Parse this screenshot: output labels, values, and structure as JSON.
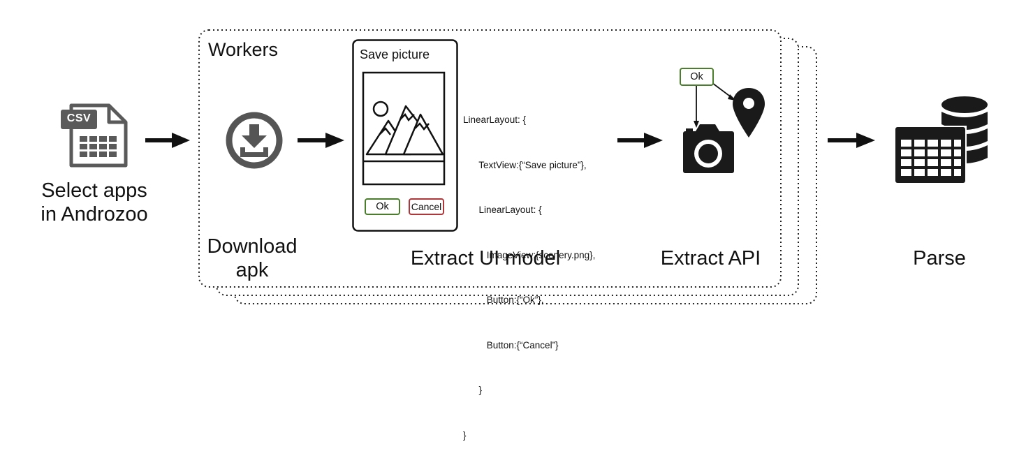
{
  "workers_title": "Workers",
  "csv_badge": "CSV",
  "steps": {
    "select": {
      "line1": "Select apps",
      "line2": "in Androzoo"
    },
    "download": {
      "line1": "Download",
      "line2": "apk"
    },
    "extract_ui": {
      "label": "Extract UI model"
    },
    "extract_api": {
      "label": "Extract API"
    },
    "parse": {
      "label": "Parse"
    }
  },
  "phone": {
    "title": "Save picture",
    "ok_label": "Ok",
    "cancel_label": "Cancel"
  },
  "ui_model_code": [
    "LinearLayout: {",
    "      TextView:{“Save picture”},",
    "      LinearLayout: {",
    "         ImageView:{scenery.png},",
    "         Button:{“Ok”},",
    "         Button:{“Cancel”}",
    "      }",
    "}"
  ],
  "api_callout": {
    "ok_label": "Ok"
  },
  "icons": {
    "csv_file": "csv-file-icon",
    "download": "download-icon",
    "image_placeholder": "image-placeholder-icon",
    "camera": "camera-icon",
    "location": "map-pin-icon",
    "database": "database-table-icon",
    "arrow": "arrow-right-icon"
  },
  "colors": {
    "ok_border": "#4a7d2c",
    "cancel_border": "#b0363a",
    "icon_gray": "#555555",
    "icon_black": "#1a1a1a"
  }
}
